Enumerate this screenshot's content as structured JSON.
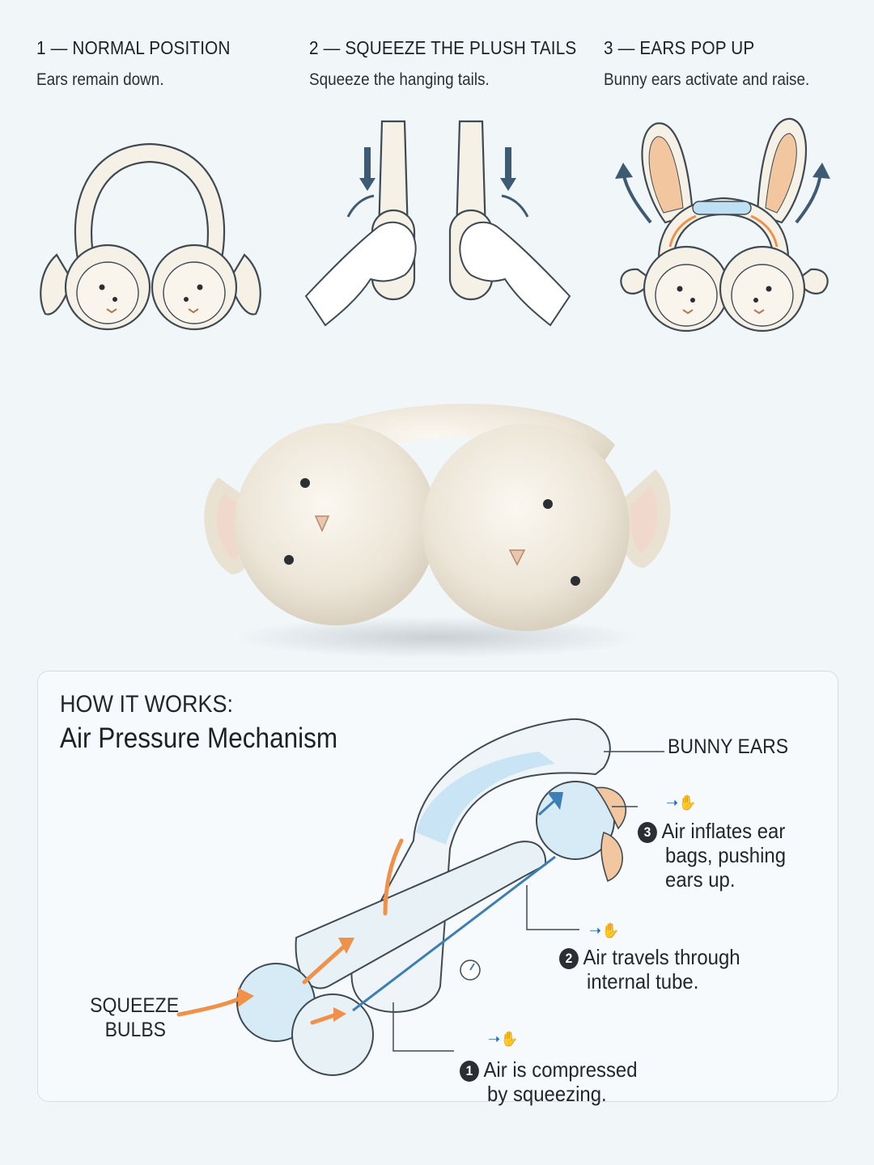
{
  "steps": [
    {
      "title": "1 — NORMAL POSITION",
      "desc": "Ears remain down."
    },
    {
      "title": "2 — SQUEEZE THE PLUSH TAILS",
      "desc": "Squeeze the hanging tails."
    },
    {
      "title": "3 — EARS POP UP",
      "desc": "Bunny ears activate and raise."
    }
  ],
  "how_it_works": {
    "label": "HOW IT WORKS:",
    "title": "Air Pressure Mechanism",
    "bunny_ears_label": "BUNNY EARS",
    "squeeze_bulbs_label": [
      "SQUEEZE",
      "BULBS"
    ],
    "callouts": [
      {
        "number": "1",
        "lines": [
          "Air is compressed",
          "by squeezing."
        ]
      },
      {
        "number": "2",
        "lines": [
          "Air travels through",
          "internal tube."
        ]
      },
      {
        "number": "3",
        "lines": [
          "Air inflates ear",
          "bags, pushing",
          "ears up."
        ]
      }
    ]
  },
  "colors": {
    "background": "#f1f6f9",
    "plush": "#f6f1e6",
    "outline": "#3f4a52",
    "ear_inner": "#f2c7a0",
    "air_flow": "#f0914a",
    "tube_blue": "#bfe0f3",
    "arrow_blue": "#3b7fb5"
  },
  "icons": [
    "arrow-down-icon",
    "curved-arrow-up-icon",
    "air-puff-icon"
  ]
}
